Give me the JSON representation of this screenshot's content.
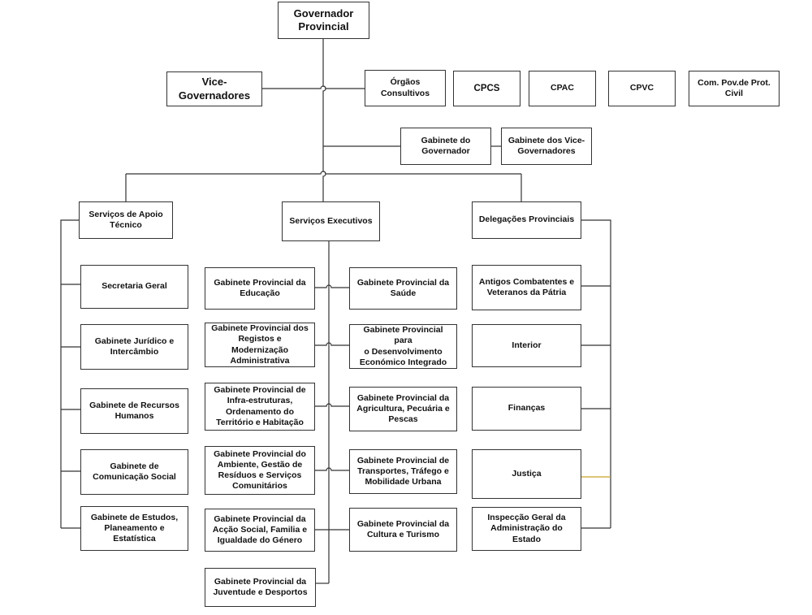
{
  "top": {
    "governor": "Governador\nProvincial",
    "vice": "Vice-\nGovernadores",
    "organs": "Órgãos\nConsultivos",
    "cpcs": "CPCS",
    "cpac": "CPAC",
    "cpvc": "CPVC",
    "civil": "Com. Pov.de Prot.\nCivil",
    "cab_gov": "Gabinete do\nGovernador",
    "cab_vice": "Gabinete dos Vice-\nGovernadores"
  },
  "branches": {
    "apoio": "Serviços de Apoio\nTécnico",
    "executivos": "Serviços Executivos",
    "delegacoes": "Delegações Provinciais"
  },
  "apoio_items": [
    "Secretaria Geral",
    "Gabinete Jurídico e\nIntercâmbio",
    "Gabinete de Recursos\nHumanos",
    "Gabinete de\nComunicação Social",
    "Gabinete de Estudos,\nPlaneamento e\nEstatística"
  ],
  "exec_left": [
    "Gabinete Provincial da\nEducação",
    "Gabinete Provincial dos\nRegistos e Modernização\nAdministrativa",
    "Gabinete Provincial de\nInfra-estruturas,\nOrdenamento do\nTerritório e Habitação",
    "Gabinete Provincial do\nAmbiente, Gestão de\nResíduos e Serviços\nComunitários",
    "Gabinete Provincial da\nAcção Social, Familia e\nIgualdade do Género",
    "Gabinete Provincial  da\nJuventude e Desportos"
  ],
  "exec_right": [
    "Gabinete Provincial da\nSaúde",
    "Gabinete Provincial para\no Desenvolvimento\nEconómico Integrado",
    "Gabinete Provincial da\nAgricultura, Pecuária e\nPescas",
    "Gabinete Provincial de\nTransportes, Tráfego e\nMobilidade Urbana",
    "Gabinete Provincial da\nCultura e Turismo"
  ],
  "deleg_items": [
    "Antigos Combatentes e\nVeteranos da Pátria",
    "Interior",
    "Finanças",
    "Justiça",
    "Inspecção Geral da\nAdministração do Estado"
  ],
  "colors": {
    "line": "#333333",
    "accent_line": "#c9a227"
  }
}
